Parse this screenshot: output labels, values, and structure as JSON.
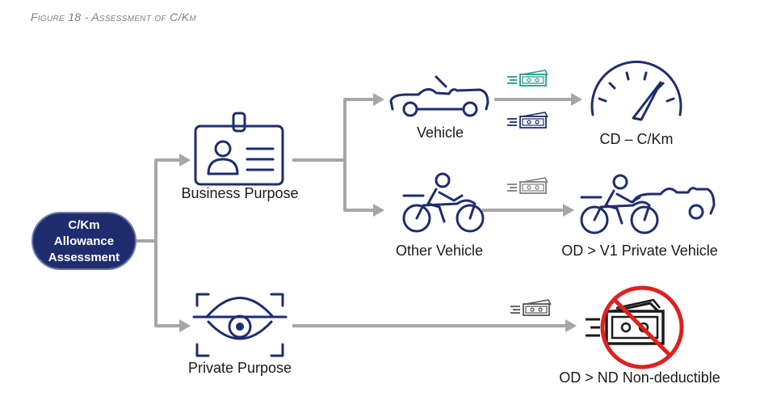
{
  "figure": {
    "caption": "Figure 18 - Assessment of C/Km"
  },
  "root": {
    "line1": "C/Km",
    "line2": "Allowance",
    "line3": "Assessment"
  },
  "nodes": {
    "business_purpose": "Business Purpose",
    "private_purpose": "Private Purpose",
    "vehicle": "Vehicle",
    "other_vehicle": "Other Vehicle",
    "cd_ckm": "CD – C/Km",
    "od_v1": "OD > V1 Private Vehicle",
    "od_nd": "OD > ND Non-deductible"
  },
  "icons": {
    "id_badge": "id-badge-icon",
    "eye": "eye-icon",
    "car": "convertible-car-icon",
    "motorcycle": "motorcycle-icon",
    "speedometer": "speedometer-icon",
    "money": "money-icon",
    "no_money": "prohibited-money-icon"
  },
  "colors": {
    "navy": "#1f2d6e",
    "teal": "#1f9e8f",
    "gray_arrow": "#a6a6a6",
    "prohibit_red": "#e02020"
  }
}
